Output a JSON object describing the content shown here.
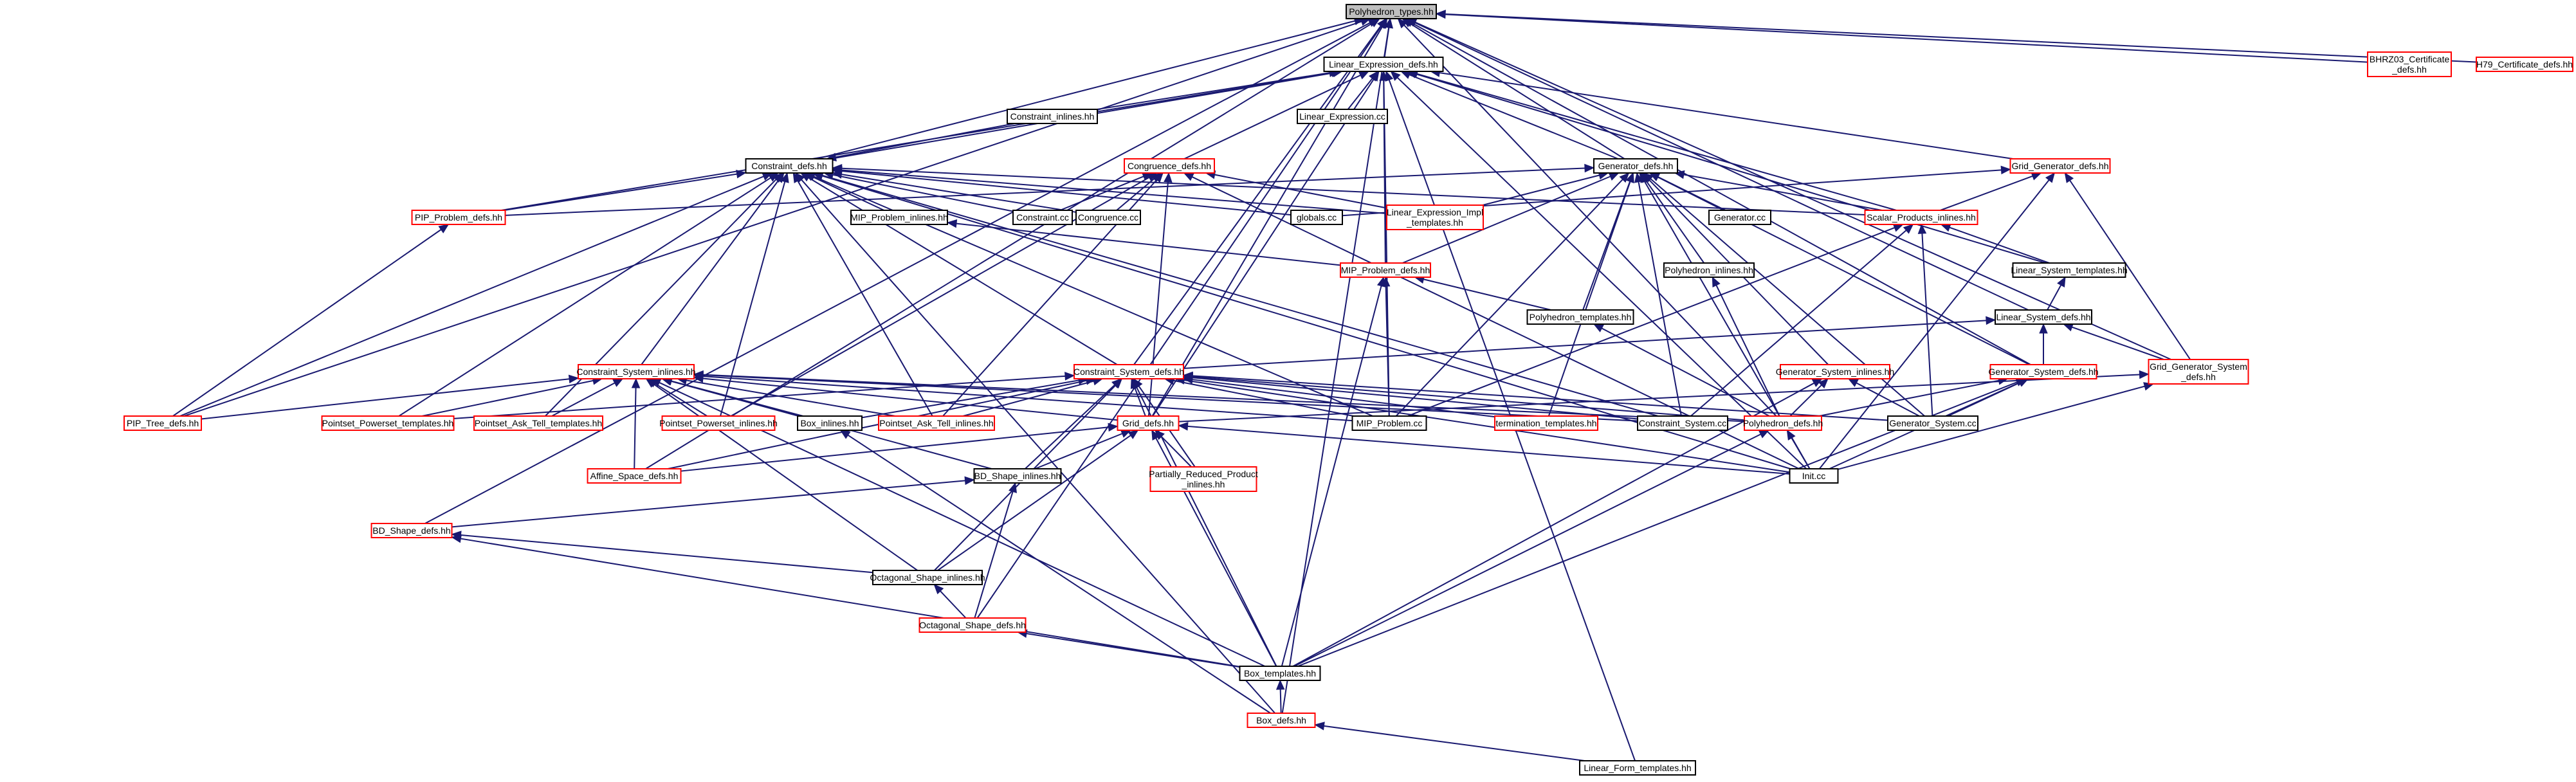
{
  "colors": {
    "edge": "#191970",
    "node_border_normal": "#000000",
    "node_border_red": "#ff0000",
    "root_fill": "#bfbfbf",
    "node_fill": "#ffffff"
  },
  "nodes": [
    {
      "id": "pt",
      "label": [
        "Polyhedron_types.hh"
      ],
      "style": "root"
    },
    {
      "id": "le",
      "label": [
        "Linear_Expression_defs.hh"
      ],
      "style": "black"
    },
    {
      "id": "bhrz",
      "label": [
        "BHRZ03_Certificate",
        "_defs.hh"
      ],
      "style": "red"
    },
    {
      "id": "h79",
      "label": [
        "H79_Certificate_defs.hh"
      ],
      "style": "red"
    },
    {
      "id": "ci",
      "label": [
        "Constraint_inlines.hh"
      ],
      "style": "black"
    },
    {
      "id": "lec",
      "label": [
        "Linear_Expression.cc"
      ],
      "style": "black"
    },
    {
      "id": "cd",
      "label": [
        "Constraint_defs.hh"
      ],
      "style": "black"
    },
    {
      "id": "cong",
      "label": [
        "Congruence_defs.hh"
      ],
      "style": "red"
    },
    {
      "id": "gd",
      "label": [
        "Generator_defs.hh"
      ],
      "style": "black"
    },
    {
      "id": "ggd",
      "label": [
        "Grid_Generator_defs.hh"
      ],
      "style": "red"
    },
    {
      "id": "pip",
      "label": [
        "PIP_Problem_defs.hh"
      ],
      "style": "red"
    },
    {
      "id": "mipi",
      "label": [
        "MIP_Problem_inlines.hh"
      ],
      "style": "black"
    },
    {
      "id": "ccc",
      "label": [
        "Constraint.cc"
      ],
      "style": "black"
    },
    {
      "id": "congcc",
      "label": [
        "Congruence.cc"
      ],
      "style": "black"
    },
    {
      "id": "glob",
      "label": [
        "globals.cc"
      ],
      "style": "black"
    },
    {
      "id": "leimpl",
      "label": [
        "Linear_Expression_Impl",
        "_templates.hh"
      ],
      "style": "red"
    },
    {
      "id": "gencc",
      "label": [
        "Generator.cc"
      ],
      "style": "black"
    },
    {
      "id": "spi",
      "label": [
        "Scalar_Products_inlines.hh"
      ],
      "style": "red"
    },
    {
      "id": "mipd",
      "label": [
        "MIP_Problem_defs.hh"
      ],
      "style": "red"
    },
    {
      "id": "polyi",
      "label": [
        "Polyhedron_inlines.hh"
      ],
      "style": "black"
    },
    {
      "id": "lst",
      "label": [
        "Linear_System_templates.hh"
      ],
      "style": "black"
    },
    {
      "id": "polyt",
      "label": [
        "Polyhedron_templates.hh"
      ],
      "style": "black"
    },
    {
      "id": "lsd",
      "label": [
        "Linear_System_defs.hh"
      ],
      "style": "black"
    },
    {
      "id": "csi",
      "label": [
        "Constraint_System_inlines.hh"
      ],
      "style": "red"
    },
    {
      "id": "csd",
      "label": [
        "Constraint_System_defs.hh"
      ],
      "style": "red"
    },
    {
      "id": "gsi",
      "label": [
        "Generator_System_inlines.hh"
      ],
      "style": "red"
    },
    {
      "id": "gsd",
      "label": [
        "Generator_System_defs.hh"
      ],
      "style": "red"
    },
    {
      "id": "ggsd",
      "label": [
        "Grid_Generator_System",
        "_defs.hh"
      ],
      "style": "red"
    },
    {
      "id": "piptree",
      "label": [
        "PIP_Tree_defs.hh"
      ],
      "style": "red"
    },
    {
      "id": "ppt",
      "label": [
        "Pointset_Powerset_templates.hh"
      ],
      "style": "red"
    },
    {
      "id": "patt",
      "label": [
        "Pointset_Ask_Tell_templates.hh"
      ],
      "style": "red"
    },
    {
      "id": "ppi",
      "label": [
        "Pointset_Powerset_inlines.hh"
      ],
      "style": "red"
    },
    {
      "id": "boxi",
      "label": [
        "Box_inlines.hh"
      ],
      "style": "black"
    },
    {
      "id": "pati",
      "label": [
        "Pointset_Ask_Tell_inlines.hh"
      ],
      "style": "red"
    },
    {
      "id": "mipcc",
      "label": [
        "MIP_Problem.cc"
      ],
      "style": "black"
    },
    {
      "id": "termt",
      "label": [
        "termination_templates.hh"
      ],
      "style": "red"
    },
    {
      "id": "cscc",
      "label": [
        "Constraint_System.cc"
      ],
      "style": "black"
    },
    {
      "id": "polyd",
      "label": [
        "Polyhedron_defs.hh"
      ],
      "style": "red"
    },
    {
      "id": "gscc",
      "label": [
        "Generator_System.cc"
      ],
      "style": "black"
    },
    {
      "id": "gridd",
      "label": [
        "Grid_defs.hh"
      ],
      "style": "red"
    },
    {
      "id": "prp",
      "label": [
        "Partially_Reduced_Product",
        "_inlines.hh"
      ],
      "style": "red"
    },
    {
      "id": "initcc",
      "label": [
        "Init.cc"
      ],
      "style": "black"
    },
    {
      "id": "asd",
      "label": [
        "Affine_Space_defs.hh"
      ],
      "style": "red"
    },
    {
      "id": "bdsi",
      "label": [
        "BD_Shape_inlines.hh"
      ],
      "style": "black"
    },
    {
      "id": "bdsd",
      "label": [
        "BD_Shape_defs.hh"
      ],
      "style": "red"
    },
    {
      "id": "osi",
      "label": [
        "Octagonal_Shape_inlines.hh"
      ],
      "style": "black"
    },
    {
      "id": "osd",
      "label": [
        "Octagonal_Shape_defs.hh"
      ],
      "style": "red"
    },
    {
      "id": "boxt",
      "label": [
        "Box_templates.hh"
      ],
      "style": "black"
    },
    {
      "id": "boxd",
      "label": [
        "Box_defs.hh"
      ],
      "style": "red"
    },
    {
      "id": "lft",
      "label": [
        "Linear_Form_templates.hh"
      ],
      "style": "black"
    }
  ],
  "edges": [
    [
      "le",
      "pt"
    ],
    [
      "cd",
      "pt"
    ],
    [
      "gd",
      "pt"
    ],
    [
      "bhrz",
      "pt"
    ],
    [
      "h79",
      "pt"
    ],
    [
      "gsd",
      "pt"
    ],
    [
      "lsd",
      "pt"
    ],
    [
      "ggsd",
      "pt"
    ],
    [
      "boxd",
      "pt"
    ],
    [
      "osd",
      "pt"
    ],
    [
      "bdsd",
      "pt"
    ],
    [
      "asd",
      "pt"
    ],
    [
      "piptree",
      "pt"
    ],
    [
      "csd",
      "pt"
    ],
    [
      "gridd",
      "pt"
    ],
    [
      "polyd",
      "pt"
    ],
    [
      "ci",
      "le"
    ],
    [
      "lec",
      "le"
    ],
    [
      "cd",
      "le"
    ],
    [
      "cong",
      "le"
    ],
    [
      "gd",
      "le"
    ],
    [
      "ggd",
      "le"
    ],
    [
      "spi",
      "le"
    ],
    [
      "mipd",
      "le"
    ],
    [
      "lft",
      "le"
    ],
    [
      "initcc",
      "le"
    ],
    [
      "mipcc",
      "le"
    ],
    [
      "gridd",
      "le"
    ],
    [
      "pip",
      "le"
    ],
    [
      "lst",
      "le"
    ],
    [
      "ci",
      "cd"
    ],
    [
      "pip",
      "cd"
    ],
    [
      "mipi",
      "cd"
    ],
    [
      "ccc",
      "cd"
    ],
    [
      "congcc",
      "cd"
    ],
    [
      "glob",
      "cd"
    ],
    [
      "leimpl",
      "cd"
    ],
    [
      "spi",
      "cd"
    ],
    [
      "csi",
      "cd"
    ],
    [
      "csd",
      "cd"
    ],
    [
      "piptree",
      "cd"
    ],
    [
      "ppt",
      "cd"
    ],
    [
      "patt",
      "cd"
    ],
    [
      "ppi",
      "cd"
    ],
    [
      "pati",
      "cd"
    ],
    [
      "mipcc",
      "cd"
    ],
    [
      "cscc",
      "cd"
    ],
    [
      "initcc",
      "cd"
    ],
    [
      "boxd",
      "cd"
    ],
    [
      "ccc",
      "cong"
    ],
    [
      "congcc",
      "cong"
    ],
    [
      "leimpl",
      "cong"
    ],
    [
      "gridd",
      "cong"
    ],
    [
      "ppi",
      "cong"
    ],
    [
      "pati",
      "cong"
    ],
    [
      "initcc",
      "cong"
    ],
    [
      "gencc",
      "gd"
    ],
    [
      "spi",
      "gd"
    ],
    [
      "mipd",
      "gd"
    ],
    [
      "polyi",
      "gd"
    ],
    [
      "polyt",
      "gd"
    ],
    [
      "gsd",
      "gd"
    ],
    [
      "gsi",
      "gd"
    ],
    [
      "termt",
      "gd"
    ],
    [
      "mipcc",
      "gd"
    ],
    [
      "cscc",
      "gd"
    ],
    [
      "gscc",
      "gd"
    ],
    [
      "initcc",
      "gd"
    ],
    [
      "leimpl",
      "gd"
    ],
    [
      "pip",
      "gd"
    ],
    [
      "spi",
      "ggd"
    ],
    [
      "ggsd",
      "ggd"
    ],
    [
      "initcc",
      "ggd"
    ],
    [
      "glob",
      "ggd"
    ],
    [
      "piptree",
      "pip"
    ],
    [
      "mipd",
      "mipi"
    ],
    [
      "mipcc",
      "mipd"
    ],
    [
      "polyt",
      "mipd"
    ],
    [
      "boxt",
      "mipd"
    ],
    [
      "lst",
      "spi"
    ],
    [
      "gscc",
      "spi"
    ],
    [
      "cscc",
      "spi"
    ],
    [
      "mipcc",
      "spi"
    ],
    [
      "polyd",
      "polyi"
    ],
    [
      "lsd",
      "lst"
    ],
    [
      "gsd",
      "lsd"
    ],
    [
      "ggsd",
      "lsd"
    ],
    [
      "csd",
      "lsd"
    ],
    [
      "polyd",
      "polyt"
    ],
    [
      "piptree",
      "csi"
    ],
    [
      "ppt",
      "csi"
    ],
    [
      "patt",
      "csi"
    ],
    [
      "ppi",
      "csi"
    ],
    [
      "boxi",
      "csi"
    ],
    [
      "pati",
      "csi"
    ],
    [
      "mipcc",
      "csi"
    ],
    [
      "cscc",
      "csi"
    ],
    [
      "polyd",
      "csi"
    ],
    [
      "gridd",
      "csi"
    ],
    [
      "asd",
      "csi"
    ],
    [
      "bdsi",
      "csi"
    ],
    [
      "osi",
      "csi"
    ],
    [
      "boxt",
      "csi"
    ],
    [
      "boxi",
      "csd"
    ],
    [
      "pati",
      "csd"
    ],
    [
      "ppt",
      "csd"
    ],
    [
      "mipcc",
      "csd"
    ],
    [
      "termt",
      "csd"
    ],
    [
      "cscc",
      "csd"
    ],
    [
      "polyd",
      "csd"
    ],
    [
      "gridd",
      "csd"
    ],
    [
      "prp",
      "csd"
    ],
    [
      "initcc",
      "csd"
    ],
    [
      "asd",
      "csd"
    ],
    [
      "bdsi",
      "csd"
    ],
    [
      "osi",
      "csd"
    ],
    [
      "boxt",
      "csd"
    ],
    [
      "gscc",
      "csd"
    ],
    [
      "polyd",
      "gsi"
    ],
    [
      "gscc",
      "gsi"
    ],
    [
      "boxt",
      "gsi"
    ],
    [
      "gscc",
      "gsd"
    ],
    [
      "initcc",
      "gsd"
    ],
    [
      "polyd",
      "gsd"
    ],
    [
      "boxt",
      "gsd"
    ],
    [
      "gridd",
      "ggsd"
    ],
    [
      "initcc",
      "ggsd"
    ],
    [
      "prp",
      "gridd"
    ],
    [
      "initcc",
      "gridd"
    ],
    [
      "bdsi",
      "gridd"
    ],
    [
      "osi",
      "gridd"
    ],
    [
      "boxt",
      "gridd"
    ],
    [
      "asd",
      "gridd"
    ],
    [
      "initcc",
      "polyd"
    ],
    [
      "boxt",
      "polyd"
    ],
    [
      "bdsd",
      "bdsi"
    ],
    [
      "osd",
      "bdsi"
    ],
    [
      "osi",
      "bdsd"
    ],
    [
      "boxt",
      "bdsd"
    ],
    [
      "osd",
      "osi"
    ],
    [
      "boxt",
      "osd"
    ],
    [
      "boxd",
      "boxt"
    ],
    [
      "lft",
      "boxd"
    ],
    [
      "boxd",
      "boxi"
    ]
  ]
}
